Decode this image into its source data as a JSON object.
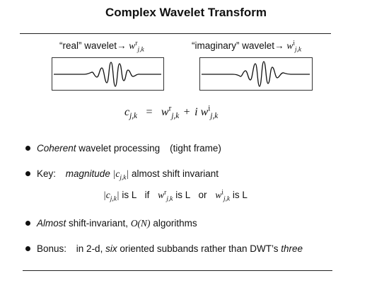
{
  "slide": {
    "title": "Complex Wavelet Transform",
    "real_caption": "“real” wavelet→",
    "imag_caption": "“imaginary” wavelet→",
    "equation_lhs": "c",
    "equation_eq": "=",
    "equation_plus": "+",
    "equation_i": "i",
    "sym_w": "w",
    "sym_sup_r": "r",
    "sym_sup_i": "i",
    "sym_sub_jk": "j,k",
    "bullets": {
      "b1_em": "Coherent",
      "b1_rest": " wavelet processing",
      "b1_paren": "(tight frame)",
      "b2_lead": "Key:",
      "b2_em": "magnitude",
      "b2_rest": " almost shift invariant",
      "b2_line_isL1": " is L",
      "b2_line_if": "if",
      "b2_line_isL2": " is L",
      "b2_line_or": "or",
      "b2_line_isL3": " is L",
      "b3_em": "Almost",
      "b3_rest": " shift-invariant, ",
      "b3_on": "O(N)",
      "b3_tail": " algorithms",
      "b4_lead": "Bonus:",
      "b4_mid": "in 2-d, ",
      "b4_six": "six",
      "b4_rest": " oriented subbands rather than DWT’s ",
      "b4_three": "three"
    }
  }
}
